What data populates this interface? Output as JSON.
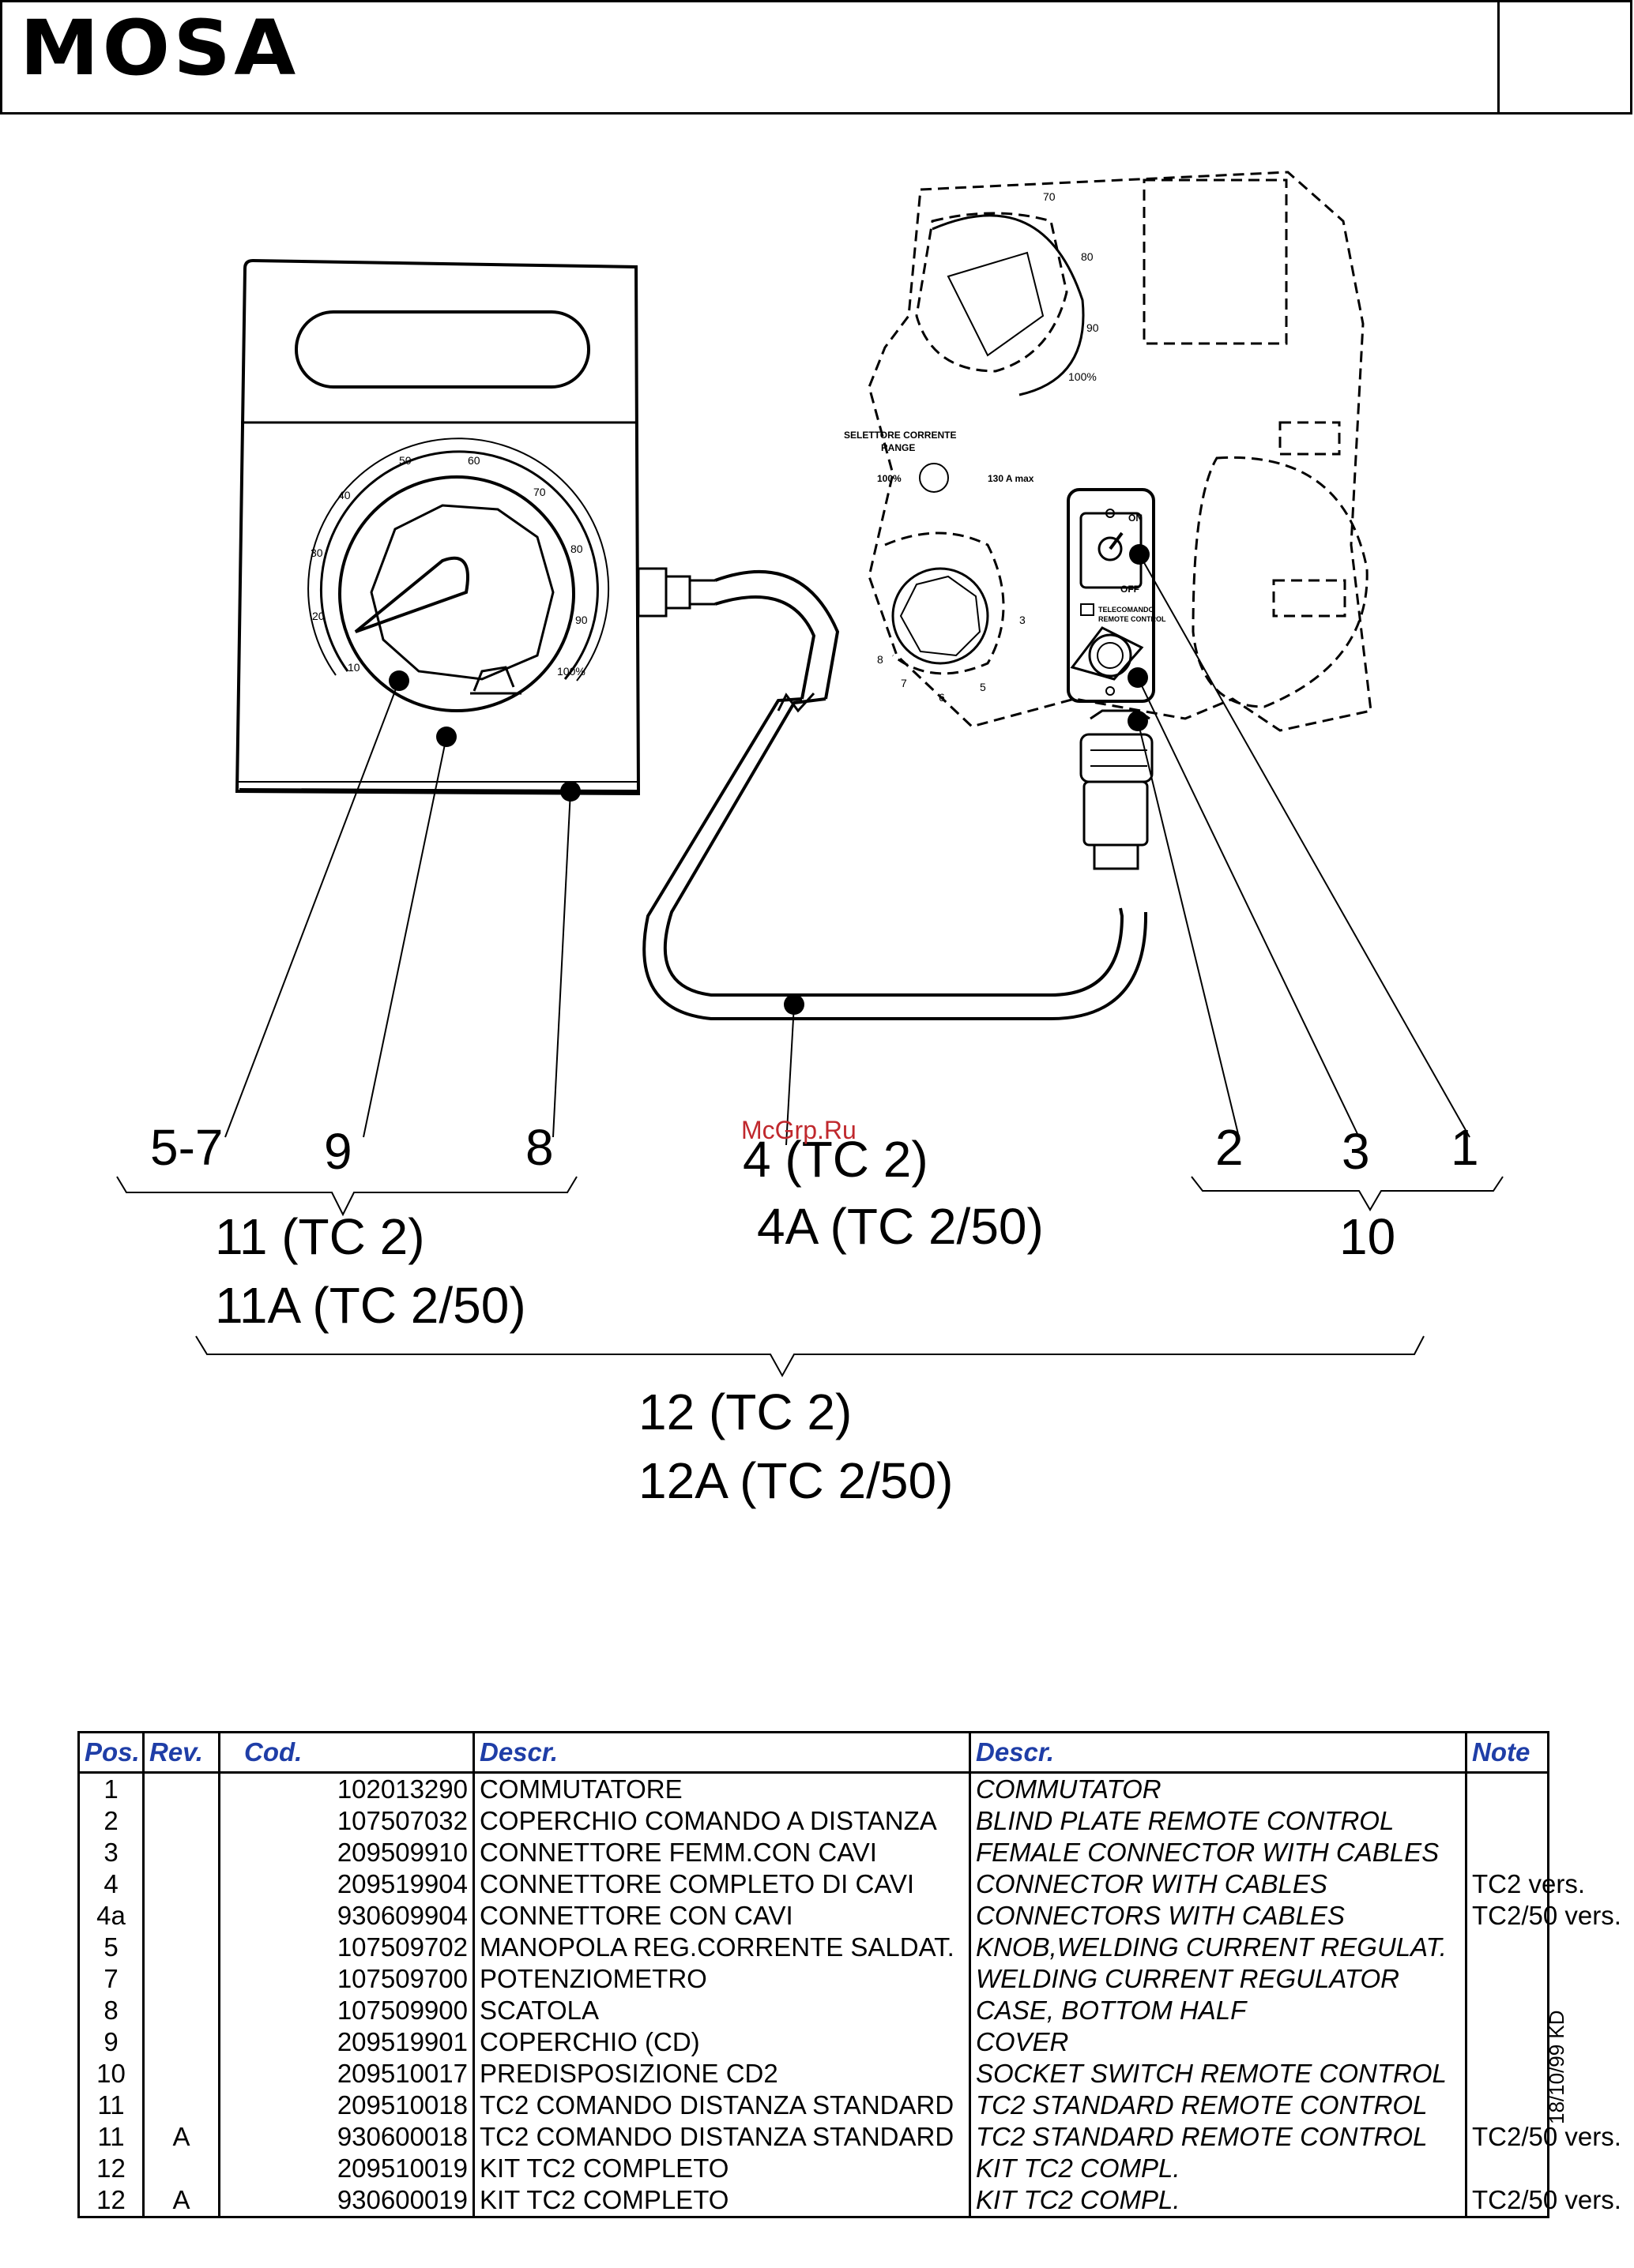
{
  "header": {
    "logo_text": "MOSA"
  },
  "diagram": {
    "box_dial_scale": [
      "10",
      "20",
      "30",
      "40",
      "50",
      "60",
      "70",
      "80",
      "90",
      "100%"
    ],
    "panel_dial_scale": [
      "70",
      "80",
      "90",
      "100%"
    ],
    "selector_label_1": "SELETTORE CORRENTE",
    "selector_label_2": "RANGE",
    "selector_left": "100%",
    "selector_right": "130 A max",
    "switch_on": "ON",
    "switch_off": "OFF",
    "remote_label_1": "TELECOMANDO",
    "remote_label_2": "REMOTE CONTROL",
    "socket_numbers": [
      "3",
      "5",
      "6",
      "7",
      "8"
    ],
    "callouts": {
      "c57": "5-7",
      "c9": "9",
      "c8": "8",
      "c4a": "4 (TC 2)",
      "c4b": "4A (TC 2/50)",
      "c2": "2",
      "c3": "3",
      "c1": "1",
      "c10": "10",
      "c11a": "11 (TC 2)",
      "c11b": "11A (TC 2/50)",
      "c12a": "12 (TC 2)",
      "c12b": "12A (TC 2/50)"
    },
    "watermark": "McGrp.Ru"
  },
  "table": {
    "headers": [
      "Pos.",
      "Rev.",
      "Cod.",
      "Descr.",
      "Descr.",
      "Note"
    ],
    "rows": [
      [
        "1",
        "",
        "102013290",
        "COMMUTATORE",
        "COMMUTATOR",
        ""
      ],
      [
        "2",
        "",
        "107507032",
        "COPERCHIO COMANDO A DISTANZA",
        "BLIND PLATE REMOTE CONTROL",
        ""
      ],
      [
        "3",
        "",
        "209509910",
        "CONNETTORE FEMM.CON CAVI",
        "FEMALE CONNECTOR WITH CABLES",
        ""
      ],
      [
        "4",
        "",
        "209519904",
        "CONNETTORE COMPLETO DI CAVI",
        "CONNECTOR WITH CABLES",
        "TC2 vers."
      ],
      [
        "4a",
        "",
        "930609904",
        "CONNETTORE CON CAVI",
        "CONNECTORS WITH CABLES",
        "TC2/50 vers."
      ],
      [
        "5",
        "",
        "107509702",
        "MANOPOLA REG.CORRENTE SALDAT.",
        "KNOB,WELDING CURRENT REGULAT.",
        ""
      ],
      [
        "7",
        "",
        "107509700",
        "POTENZIOMETRO",
        "WELDING CURRENT REGULATOR",
        ""
      ],
      [
        "8",
        "",
        "107509900",
        "SCATOLA",
        "CASE, BOTTOM HALF",
        ""
      ],
      [
        "9",
        "",
        "209519901",
        "COPERCHIO (CD)",
        "COVER",
        ""
      ],
      [
        "10",
        "",
        "209510017",
        "PREDISPOSIZIONE CD2",
        "SOCKET SWITCH REMOTE CONTROL",
        ""
      ],
      [
        "11",
        "",
        "209510018",
        "TC2 COMANDO DISTANZA STANDARD",
        "TC2 STANDARD REMOTE CONTROL",
        ""
      ],
      [
        "11",
        "A",
        "930600018",
        "TC2 COMANDO DISTANZA STANDARD",
        "TC2 STANDARD REMOTE CONTROL",
        "TC2/50 vers."
      ],
      [
        "12",
        "",
        "209510019",
        "KIT TC2 COMPLETO",
        "KIT TC2 COMPL.",
        ""
      ],
      [
        "12",
        "A",
        "930600019",
        "KIT TC2 COMPLETO",
        "KIT TC2 COMPL.",
        "TC2/50 vers."
      ]
    ],
    "stamp": "18/10/99 KD"
  }
}
